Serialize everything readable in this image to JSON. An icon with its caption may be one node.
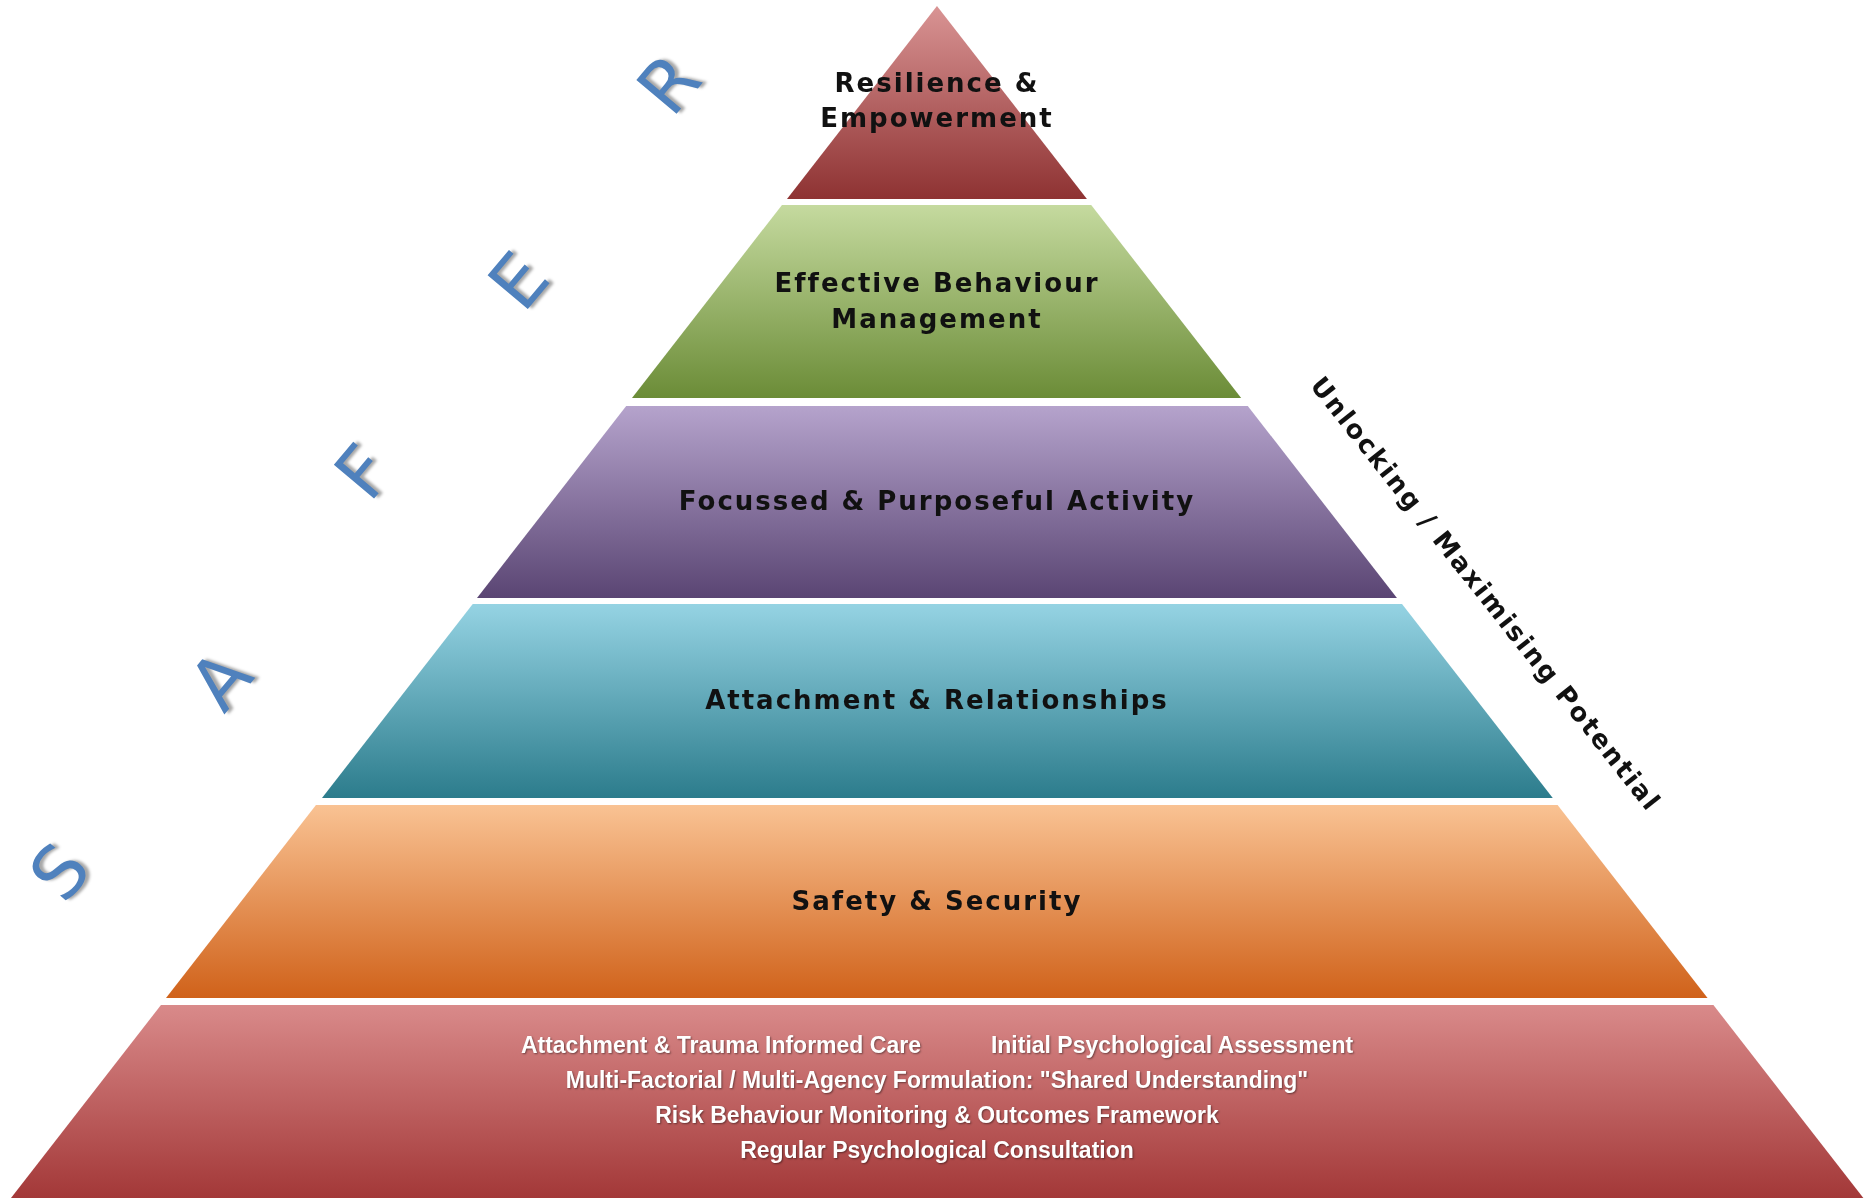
{
  "diagram": {
    "nodes": [
      {
        "text": [
          "Resilience & Empowerment"
        ]
      },
      {
        "text": [
          "Effective Behaviour Management"
        ]
      },
      {
        "text": [
          "Focussed & Purposeful Activity"
        ]
      },
      {
        "text": [
          "Attachment & Relationships"
        ]
      },
      {
        "text": [
          "Safety & Security"
        ]
      },
      {
        "text": [
          "Attachment & Trauma Informed Care",
          "Initial Psychological Assessment",
          "Multi-Factorial / Multi-Agency Formulation: \"Shared Understanding\"",
          "Risk Behaviour Monitoring & Outcomes Framework",
          "Regular Psychological Consultation"
        ]
      }
    ],
    "labels": [
      "S",
      "A",
      "F",
      "E",
      "R",
      "Unlocking / Maximising Potential"
    ]
  }
}
